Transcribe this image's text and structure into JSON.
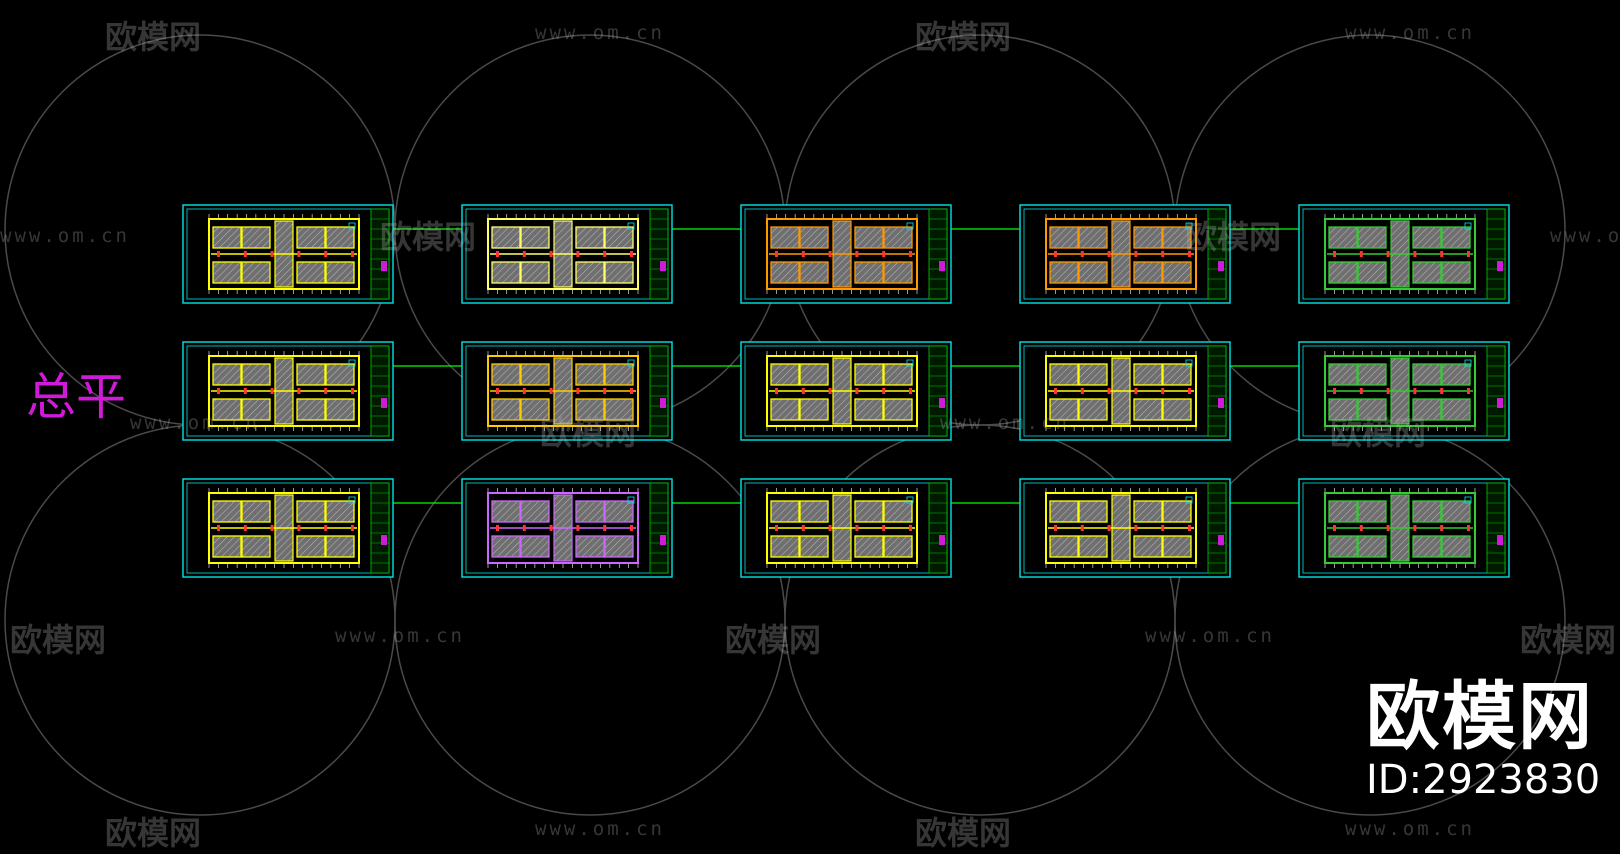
{
  "layer_label": "总平",
  "brand": {
    "name": "欧模网",
    "id_text": "ID:2923830"
  },
  "watermark": {
    "logo_text": "欧模网",
    "url": "www.om.cn"
  },
  "colors": {
    "background": "#000000",
    "frame": "#00e5e5",
    "connector": "#00ff00",
    "title_block": "#00cc00",
    "accent_magenta": "#d11ad9",
    "watermark": "#7a7a7a",
    "yellow": "#ffff00",
    "orange": "#ff9900",
    "green": "#33cc33"
  },
  "sheets": [
    {
      "row": 0,
      "col": 0,
      "wall": "#ffff00",
      "fill": "#9a9a9a"
    },
    {
      "row": 0,
      "col": 1,
      "wall": "#ffff66",
      "fill": "#8a8a8a"
    },
    {
      "row": 0,
      "col": 2,
      "wall": "#ff9900",
      "fill": "#8a8a8a"
    },
    {
      "row": 0,
      "col": 3,
      "wall": "#ff9900",
      "fill": "#8a8a8a"
    },
    {
      "row": 0,
      "col": 4,
      "wall": "#33cc33",
      "fill": "#8a8a8a"
    },
    {
      "row": 1,
      "col": 0,
      "wall": "#ffff00",
      "fill": "#9a9a9a"
    },
    {
      "row": 1,
      "col": 1,
      "wall": "#ffcc00",
      "fill": "#8a8a8a"
    },
    {
      "row": 1,
      "col": 2,
      "wall": "#ffff00",
      "fill": "#8a8a8a"
    },
    {
      "row": 1,
      "col": 3,
      "wall": "#ffff00",
      "fill": "#8a8a8a"
    },
    {
      "row": 1,
      "col": 4,
      "wall": "#33cc33",
      "fill": "#8a8a8a"
    },
    {
      "row": 2,
      "col": 0,
      "wall": "#ffff00",
      "fill": "#9a9a9a"
    },
    {
      "row": 2,
      "col": 1,
      "wall": "#cc66ff",
      "fill": "#8a8a8a"
    },
    {
      "row": 2,
      "col": 2,
      "wall": "#ffff00",
      "fill": "#8a8a8a"
    },
    {
      "row": 2,
      "col": 3,
      "wall": "#ffff00",
      "fill": "#8a8a8a"
    },
    {
      "row": 2,
      "col": 4,
      "wall": "#33cc33",
      "fill": "#8a8a8a"
    }
  ]
}
